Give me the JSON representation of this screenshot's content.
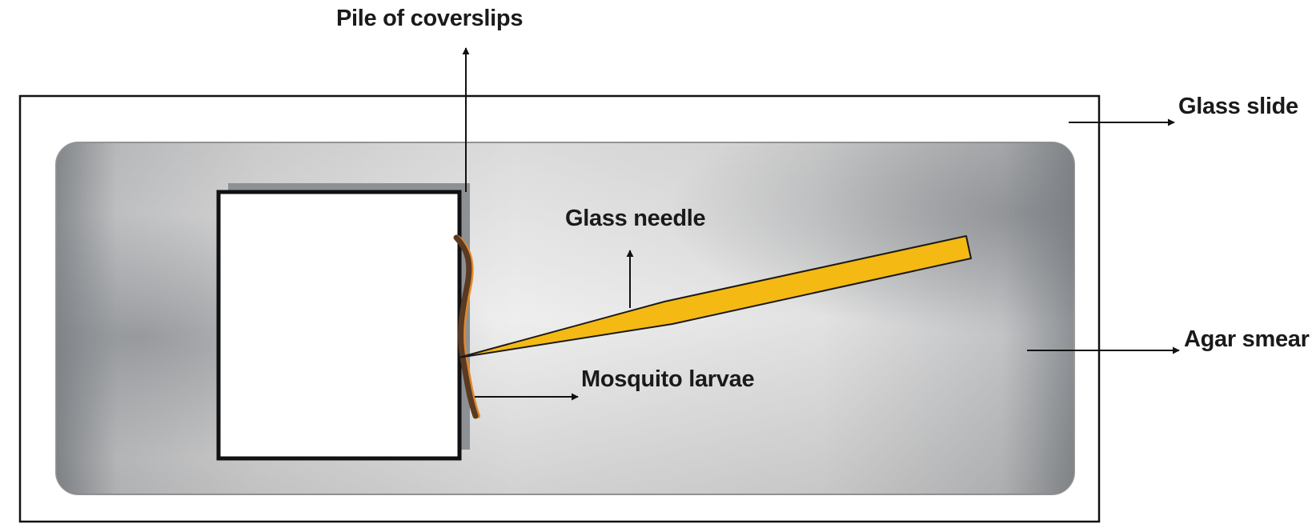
{
  "labels": {
    "pile_of_coverslips": "Pile of coverslips",
    "glass_slide": "Glass slide",
    "glass_needle": "Glass needle",
    "agar_smear": "Agar smear",
    "mosquito_larvae": "Mosquito larvae"
  },
  "colors": {
    "needle_fill": "#f5b914",
    "larva_body": "#5a3a22",
    "larva_highlight": "#e08a2a",
    "outline": "#111111",
    "smear_dark": "#7d8185",
    "smear_light": "#e6e6e6"
  }
}
